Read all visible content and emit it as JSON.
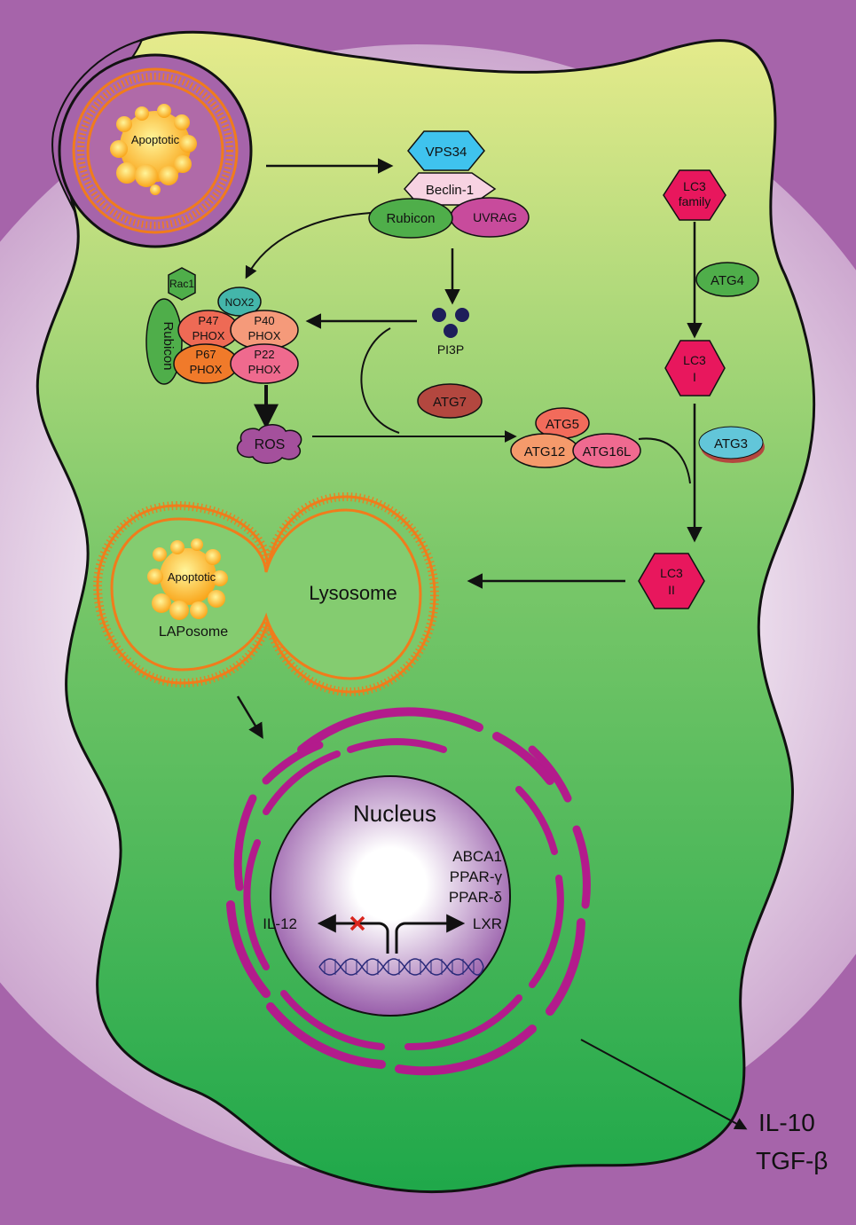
{
  "labels": {
    "apoptotic_top": "Apoptotic",
    "apoptotic_bottom": "Apoptotic",
    "vps34": "VPS34",
    "beclin1": "Beclin-1",
    "rubicon_complex": "Rubicon",
    "uvrag": "UVRAG",
    "rac1": "Rac1",
    "nox2": "NOX2",
    "rubicon_nox": "Rubicon",
    "p47_a": "P47",
    "p47_b": "PHOX",
    "p40_a": "P40",
    "p40_b": "PHOX",
    "p67_a": "P67",
    "p67_b": "PHOX",
    "p22_a": "P22",
    "p22_b": "PHOX",
    "pi3p": "PI3P",
    "atg7": "ATG7",
    "ros": "ROS",
    "atg5": "ATG5",
    "atg12": "ATG12",
    "atg16l": "ATG16L",
    "lc3_family_a": "LC3",
    "lc3_family_b": "family",
    "atg4": "ATG4",
    "lc3_i_a": "LC3",
    "lc3_i_b": "I",
    "atg3": "ATG3",
    "lc3_ii_a": "LC3",
    "lc3_ii_b": "II",
    "lysosome": "Lysosome",
    "laposome": "LAPosome",
    "nucleus": "Nucleus",
    "abca1": "ABCA1",
    "ppar_g": "PPAR-γ",
    "ppar_d": "PPAR-δ",
    "lxr": "LXR",
    "il12": "IL-12",
    "il10": "IL-10",
    "tgfb": "TGF-β"
  },
  "colors": {
    "background": "#a664aa",
    "cell_top": "#e6eb8c",
    "cell_mid": "#7cc86a",
    "cell_bottom": "#1fa84a",
    "membrane_orange": "#f07c1c",
    "apoptotic_body": "#f9b233",
    "vps34": "#3fc3ee",
    "beclin1": "#f7d3e2",
    "rubicon": "#4fae4a",
    "uvrag": "#c84b9c",
    "nox2": "#44b6aa",
    "p47": "#ee6a55",
    "p40": "#f59a7a",
    "p67": "#f07a2a",
    "p22": "#ef6a8e",
    "pi3p": "#1e1e5a",
    "atg7": "#b3473f",
    "ros": "#a4509c",
    "atg5": "#f26b5b",
    "atg12": "#f59a6b",
    "atg16l": "#ef6a90",
    "lc3": "#e8175d",
    "atg4": "#4fae4a",
    "atg3": "#62c6d9",
    "er": "#b31b8c",
    "nucleus_center": "#ffffff",
    "nucleus_edge": "#8c4aa0",
    "block_x": "#d9251d"
  }
}
